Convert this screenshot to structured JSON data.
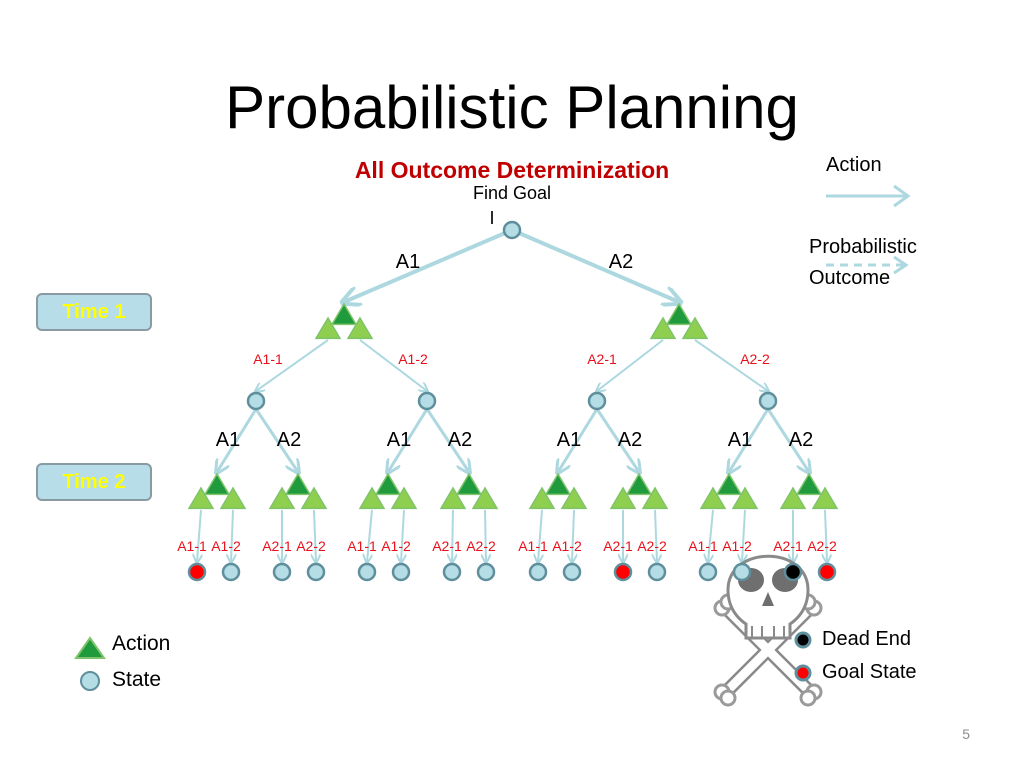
{
  "slide": {
    "title": "Probabilistic Planning",
    "subtitle": "All Outcome Determinization",
    "page_number": "5"
  },
  "diagram": {
    "root_text": "Find Goal",
    "root_symbol": "I",
    "level1_actions": [
      "A1",
      "A2"
    ],
    "level1_outcomes": [
      "A1-1",
      "A1-2",
      "A2-1",
      "A2-2"
    ],
    "level2_actions": [
      "A1",
      "A2",
      "A1",
      "A2",
      "A1",
      "A2",
      "A1",
      "A2"
    ],
    "leaf_outcomes": [
      "A1-1",
      "A1-2",
      "A2-1",
      "A2-2",
      "A1-1",
      "A1-2",
      "A2-1",
      "A2-2",
      "A1-1",
      "A1-2",
      "A2-1",
      "A2-2",
      "A1-1",
      "A1-2",
      "A2-1",
      "A2-2"
    ],
    "leaf_types": [
      "goal",
      "state",
      "state",
      "state",
      "state",
      "state",
      "state",
      "state",
      "state",
      "state",
      "goal",
      "state",
      "state",
      "state",
      "dead",
      "goal"
    ],
    "time_labels": [
      "Time 1",
      "Time 2"
    ]
  },
  "legend": {
    "arrow_action": "Action",
    "arrow_outcome_line1": "Probabilistic",
    "arrow_outcome_line2": "Outcome",
    "shape_action": "Action",
    "shape_state": "State",
    "dead_end": "Dead End",
    "goal_state": "Goal State"
  },
  "colors": {
    "edge": "#add8e0",
    "outcome_label": "#e8101a",
    "state_fill": "#b4dde6",
    "state_stroke": "#5f8f9c",
    "action_light": "#8fcf4f",
    "action_dark": "#1f9a3c",
    "goal": "#ff0000",
    "dead_end": "#000000",
    "time_text": "#ffff00"
  }
}
